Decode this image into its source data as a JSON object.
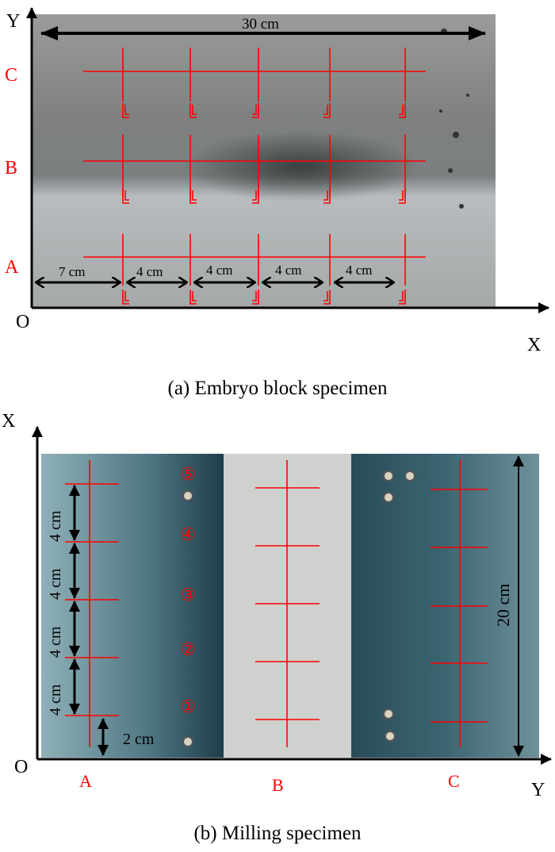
{
  "panel_a": {
    "caption": "(a)  Embryo block specimen",
    "axis_y": "Y",
    "axis_x": "X",
    "origin": "O",
    "rows": [
      "A",
      "B",
      "C"
    ],
    "width_label": "30 cm",
    "spacing_labels": [
      "7 cm",
      "4 cm",
      "4 cm",
      "4 cm",
      "4 cm"
    ]
  },
  "panel_b": {
    "caption": "(b) Milling specimen",
    "axis_y": "X",
    "axis_x": "Y",
    "origin": "O",
    "columns": [
      "A",
      "B",
      "C"
    ],
    "points": [
      "⑤",
      "④",
      "③",
      "②",
      "①"
    ],
    "spacing_labels": [
      "4 cm",
      "4 cm",
      "4 cm",
      "4 cm"
    ],
    "offset_label": "2 cm",
    "length_label": "20 cm"
  },
  "colors": {
    "marker": "#ff0000",
    "axis": "#000000"
  }
}
